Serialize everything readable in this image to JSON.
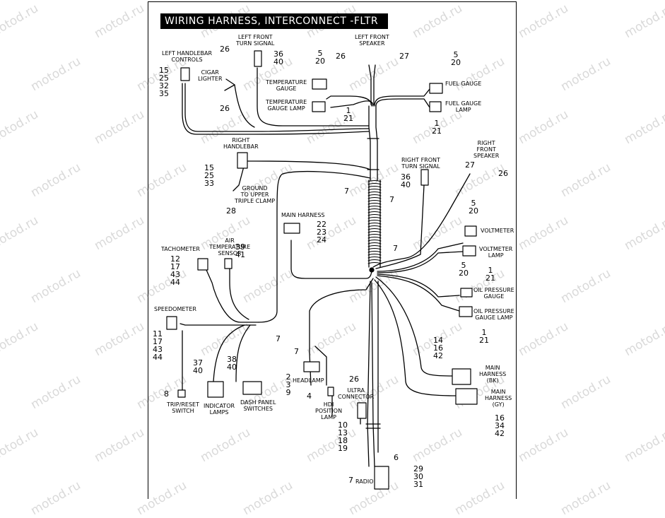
{
  "title": "WIRING HARNESS, INTERCONNECT -FLTR",
  "watermark": "motod.ru",
  "components": {
    "left_handlebar_controls": "LEFT HANDLEBAR\nCONTROLS",
    "cigar_lighter": "CIGAR\nLIGHTER",
    "left_front_turn_signal": "LEFT FRONT\nTURN SIGNAL",
    "left_front_speaker": "LEFT FRONT\nSPEAKER",
    "temperature_gauge": "TEMPERATURE\nGAUGE",
    "temperature_gauge_lamp": "TEMPERATURE\nGAUGE LAMP",
    "fuel_gauge": "FUEL GAUGE",
    "fuel_gauge_lamp": "FUEL GAUGE\nLAMP",
    "right_handlebar": "RIGHT\nHANDLEBAR",
    "ground_clamp": "GROUND\nTO UPPER\nTRIPLE CLAMP",
    "right_front_turn_signal": "RIGHT FRONT\nTURN SIGNAL",
    "right_front_speaker": "RIGHT\nFRONT\nSPEAKER",
    "main_harness": "MAIN HARNESS",
    "voltmeter": "VOLTMETER",
    "voltmeter_lamp": "VOLTMETER\nLAMP",
    "oil_pressure_gauge": "OIL PRESSURE\nGAUGE",
    "oil_pressure_gauge_lamp": "OIL PRESSURE\nGAUGE LAMP",
    "tachometer": "TACHOMETER",
    "air_temperature_sensor": "AIR\nTEMPERATURE\nSENSOR",
    "speedometer": "SPEEDOMETER",
    "headlamp": "HEADLAMP",
    "ultra_connector": "ULTRA\nCONNECTOR",
    "hdi_position_lamp": "HDI\nPOSITION\nLAMP",
    "main_harness_bk": "MAIN\nHARNESS\n(BK)",
    "main_harness_gy": "MAIN\nHARNESS\n(GY)",
    "trip_reset_switch": "TRIP/RESET\nSWITCH",
    "indicator_lamps": "INDICATOR\nLAMPS",
    "dash_panel_switches": "DASH PANEL\nSWITCHES",
    "radio": "RADIO"
  },
  "callouts": {
    "lhc": [
      "15",
      "25",
      "32",
      "35"
    ],
    "cigar_top": "26",
    "cigar_bottom": "26",
    "lfts": [
      "36",
      "40"
    ],
    "tg": [
      "5",
      "20"
    ],
    "spk_l": "26",
    "spk_r": "27",
    "tgl": [
      "1",
      "21"
    ],
    "fg": [
      "5",
      "20"
    ],
    "fgl": [
      "1",
      "21"
    ],
    "rh": [
      "15",
      "25",
      "33"
    ],
    "gnd": "28",
    "boot_l": "7",
    "boot_r": "7",
    "rfts": [
      "36",
      "40"
    ],
    "rfs_l": "27",
    "rfs_r": "26",
    "mh": [
      "22",
      "23",
      "24"
    ],
    "vm": [
      "5",
      "20"
    ],
    "junction": "7",
    "vml": [
      "1",
      "21"
    ],
    "opg": [
      "5",
      "20"
    ],
    "opgl": [
      "1",
      "21"
    ],
    "tach": [
      "12",
      "17",
      "43",
      "44"
    ],
    "ats": [
      "39",
      "41"
    ],
    "speedo": [
      "11",
      "17",
      "43",
      "44"
    ],
    "mid_clip": "7",
    "bk": [
      "14",
      "16",
      "42"
    ],
    "gy": [
      "16",
      "34",
      "42"
    ],
    "hl_clip": "7",
    "hl": [
      "2",
      "3",
      "9"
    ],
    "uc": "26",
    "uc_left": "4",
    "ind": [
      "37",
      "40"
    ],
    "dps": [
      "38",
      "40"
    ],
    "trs": "8",
    "hdi": [
      "10",
      "13",
      "18",
      "19"
    ],
    "radio_top": "6",
    "radio_left": "7",
    "radio": [
      "29",
      "30",
      "31"
    ]
  }
}
